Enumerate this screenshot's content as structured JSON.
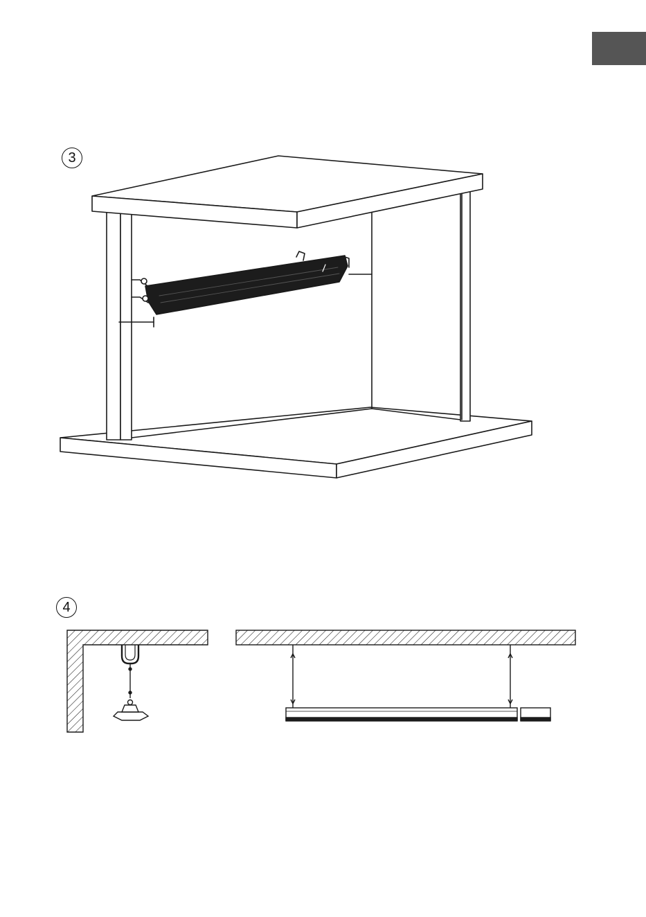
{
  "page": {
    "language_tab_color": "#555555",
    "line_color": "#1a1a1a",
    "heater_color": "#1c1c1c"
  },
  "figures": [
    {
      "id": "figure-3",
      "marker": "3",
      "icon": "pergola-wall-mount-diagram"
    },
    {
      "id": "figure-4",
      "marker": "4",
      "icon": "ceiling-suspension-diagram"
    }
  ]
}
